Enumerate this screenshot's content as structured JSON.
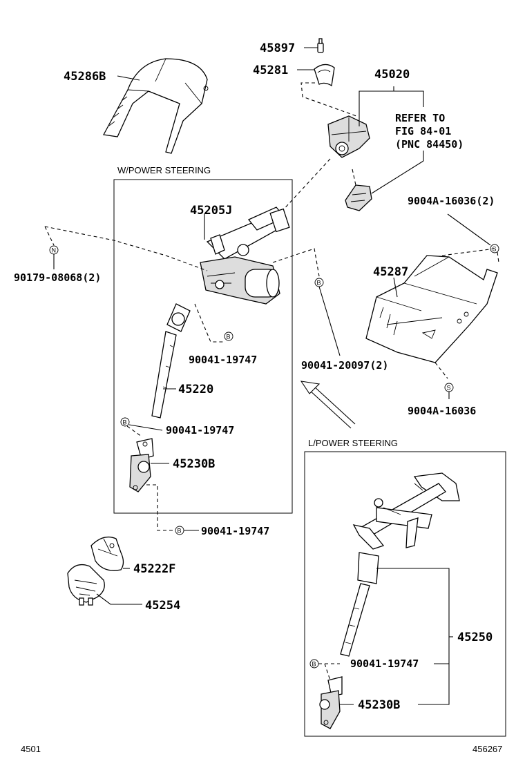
{
  "sections": {
    "w_power_steering": "W/POWER STEERING",
    "l_power_steering": "L/POWER STEERING"
  },
  "refer_note": [
    "REFER TO",
    "FIG 84-01",
    "(PNC 84450)"
  ],
  "callouts": {
    "p45897": "45897",
    "p45281": "45281",
    "p45286b": "45286B",
    "p45020": "45020",
    "p45205j": "45205J",
    "p9004a_16036_2": "9004A-16036(2)",
    "p90179_08068_2": "90179-08068(2)",
    "p45287": "45287",
    "p90041_19747_a": "90041-19747",
    "p90041_20097_2": "90041-20097(2)",
    "p45220": "45220",
    "p9004a_16036": "9004A-16036",
    "p90041_19747_b": "90041-19747",
    "p45230b_a": "45230B",
    "p90041_19747_c": "90041-19747",
    "p45222f": "45222F",
    "p45254": "45254",
    "p45250": "45250",
    "p90041_19747_d": "90041-19747",
    "p45230b_b": "45230B"
  },
  "symbols": {
    "n": "N",
    "b": "B",
    "s": "S"
  },
  "corner": {
    "left": "4501",
    "right": "456267"
  }
}
